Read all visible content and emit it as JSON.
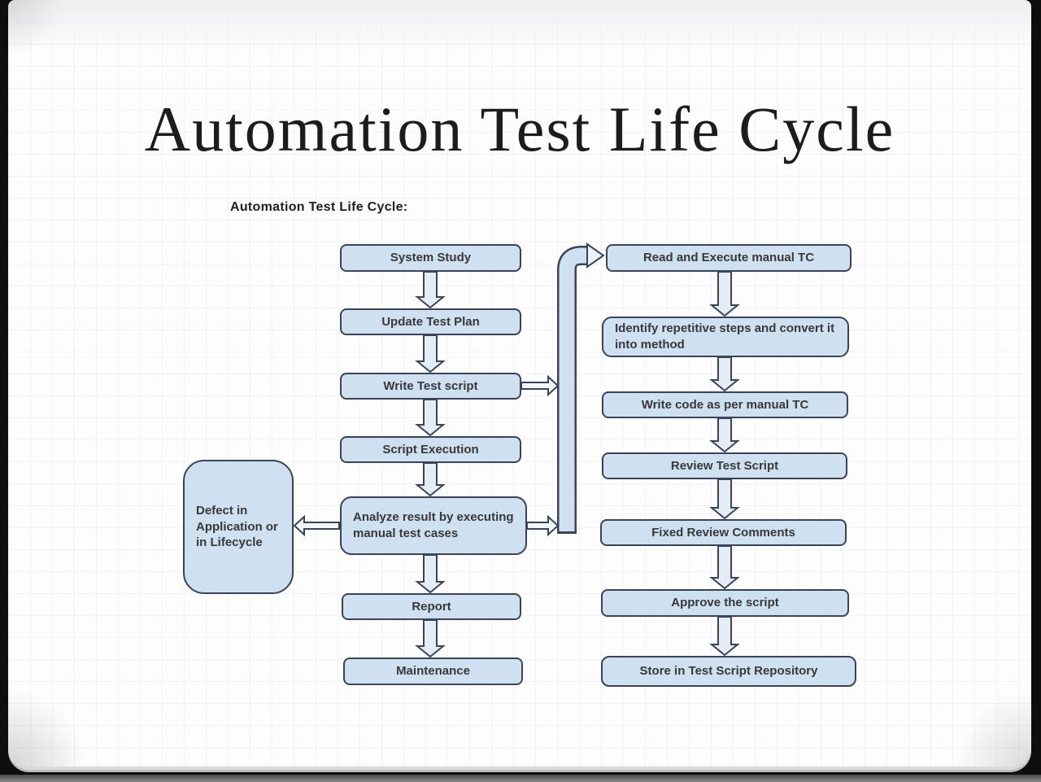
{
  "slide": {
    "title": "Automation Test Life Cycle",
    "diagram_heading": "Automation Test Life Cycle:"
  },
  "flowchart": {
    "left_column": [
      "System Study",
      "Update Test Plan",
      "Write Test script",
      "Script Execution",
      "Analyze result by executing manual test cases",
      "Report",
      "Maintenance"
    ],
    "side_box": "Defect in Application or in Lifecycle",
    "right_column": [
      "Read and Execute manual TC",
      "Identify repetitive steps and convert it into method",
      "Write code as per manual TC",
      "Review Test Script",
      "Fixed Review Comments",
      "Approve the script",
      "Store in Test Script Repository"
    ]
  },
  "colors": {
    "box_fill": "#cfe0f0",
    "box_border": "#3a4456",
    "arrow_fill": "#e4edf6",
    "frame_background": "#0e0e0e",
    "slide_background": "#fdfdfe"
  }
}
